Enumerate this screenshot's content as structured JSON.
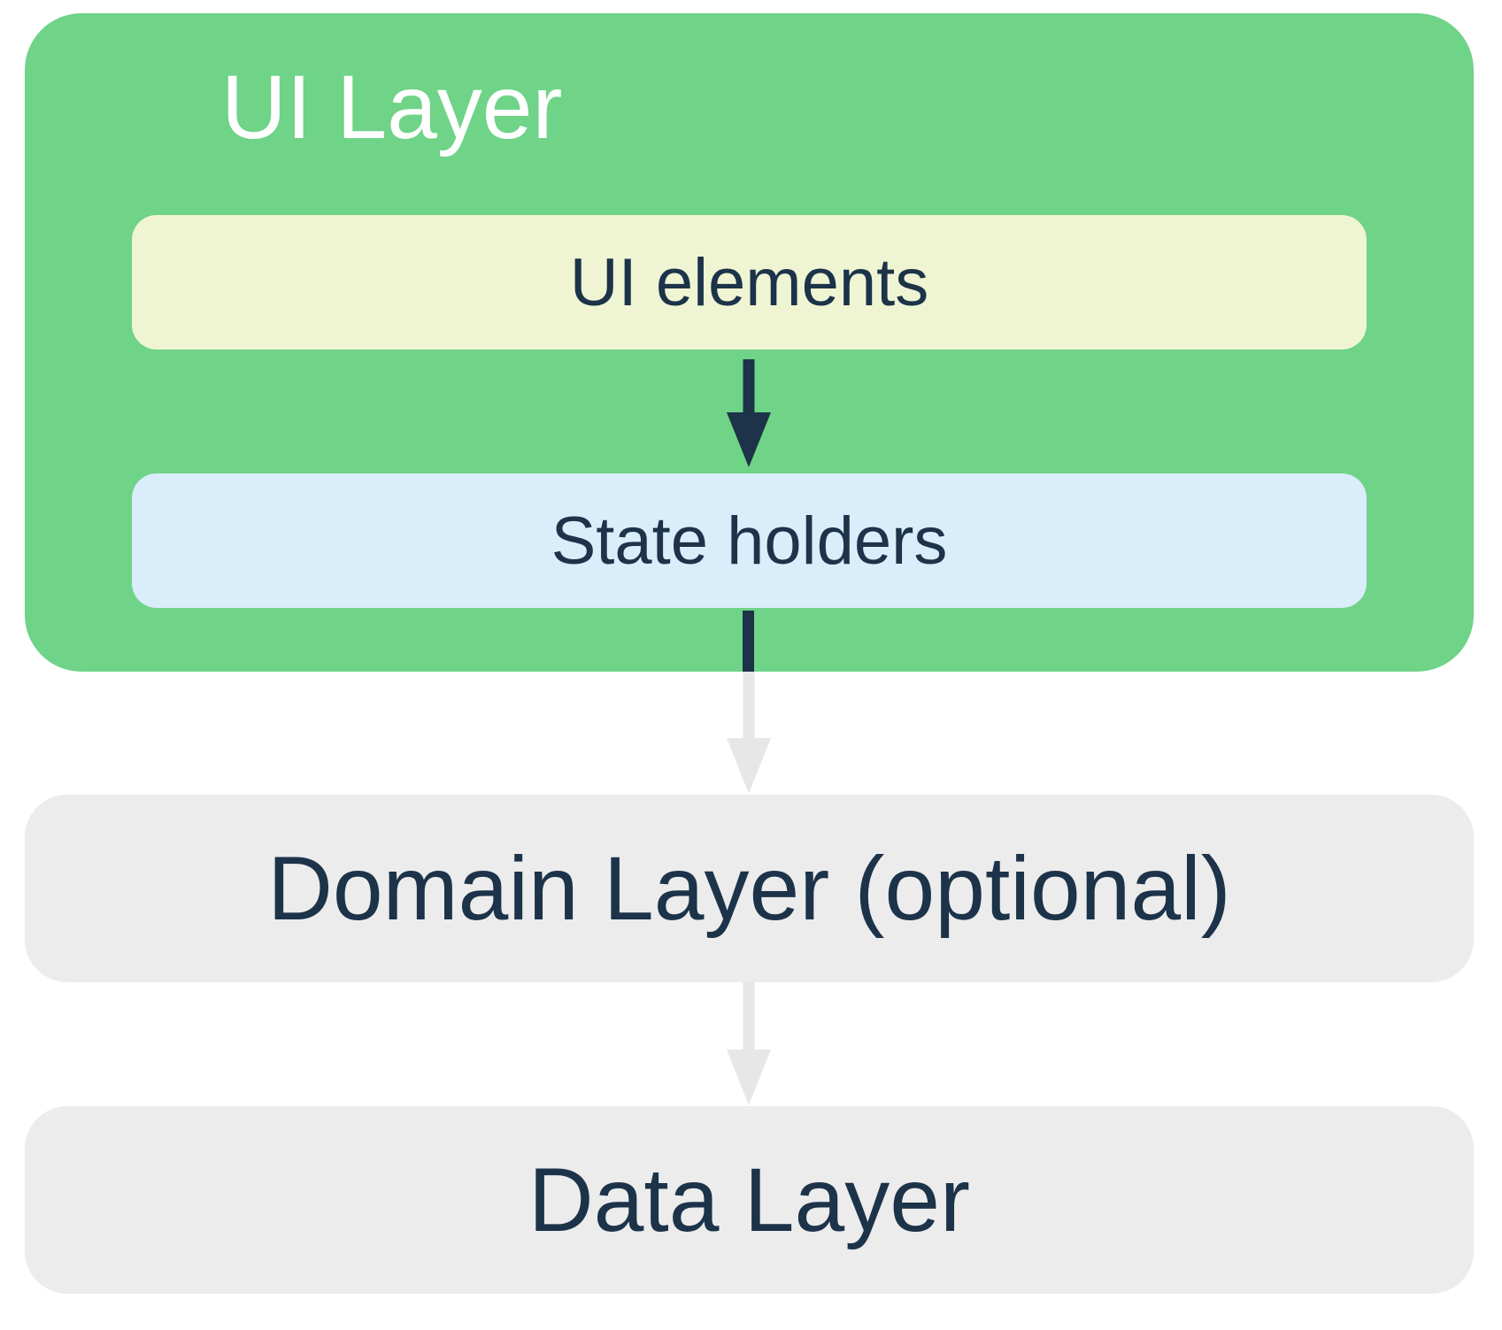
{
  "colors": {
    "green": "#6FD388",
    "pale_yellow": "#EFF5D3",
    "pale_blue": "#DAEDFB",
    "gray_box": "#ECECEC",
    "arrow_gray": "#E7E7E7",
    "navy": "#1C3349",
    "white": "#FFFFFF",
    "background": "#FFFFFF"
  },
  "nodes": {
    "ui_layer": "UI Layer",
    "ui_elements": "UI elements",
    "state_holders": "State holders",
    "domain_layer": "Domain Layer (optional)",
    "data_layer": "Data Layer"
  },
  "icons": {
    "arrow_ui_elements_to_state_holders": "down-arrow-solid-navy",
    "arrow_state_holders_to_domain": "down-arrow-navy-inside-green-then-light-gray",
    "arrow_domain_to_data": "down-arrow-light-gray"
  }
}
